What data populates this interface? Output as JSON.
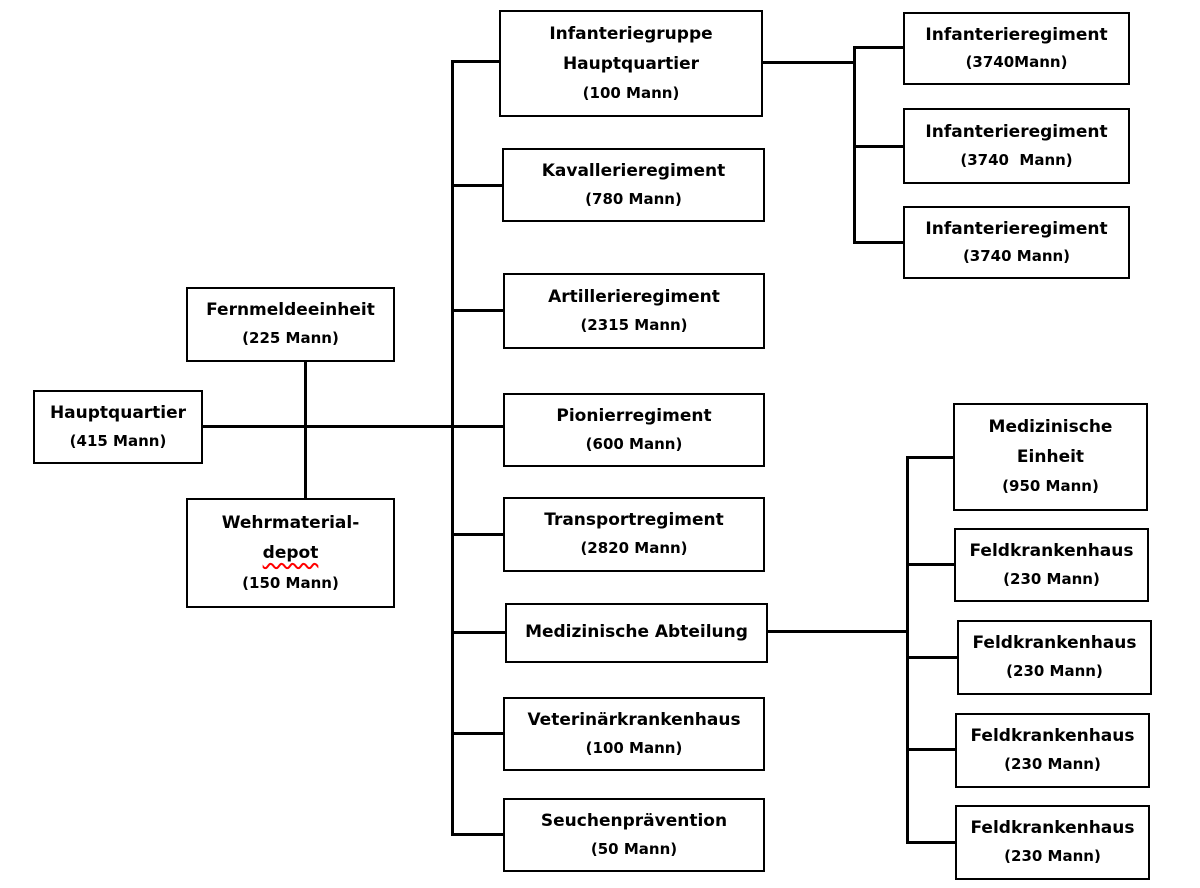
{
  "diagram": {
    "type": "org-chart",
    "language": "de",
    "colors": {
      "background": "#ffffff",
      "box_fill": "#ffffff",
      "box_border": "#000000",
      "line": "#000000",
      "text": "#000000",
      "spellcheck_underline": "#ff0000"
    },
    "misspelled_word": "depot"
  },
  "nodes": [
    {
      "id": "hauptquartier",
      "lines": [
        "Hauptquartier",
        "(415 Mann)"
      ]
    },
    {
      "id": "fernmeldeeinheit",
      "lines": [
        "Fernmeldeeinheit",
        "(225 Mann)"
      ]
    },
    {
      "id": "wehrmaterialdepot",
      "lines": [
        "Wehrmaterial-",
        "depot",
        "(150 Mann)"
      ]
    },
    {
      "id": "infanteriegruppe-hauptquartier",
      "lines": [
        "Infanteriegruppe",
        "Hauptquartier",
        "(100 Mann)"
      ]
    },
    {
      "id": "kavallerieregiment",
      "lines": [
        "Kavallerieregiment",
        "(780 Mann)"
      ]
    },
    {
      "id": "artillerieregiment",
      "lines": [
        "Artillerieregiment",
        "(2315 Mann)"
      ]
    },
    {
      "id": "pionierregiment",
      "lines": [
        "Pionierregiment",
        "(600 Mann)"
      ]
    },
    {
      "id": "transportregiment",
      "lines": [
        "Transportregiment",
        "(2820 Mann)"
      ]
    },
    {
      "id": "medizinische-abteilung",
      "lines": [
        "Medizinische Abteilung"
      ]
    },
    {
      "id": "veterinaerkrankenhaus",
      "lines": [
        "Veterinärkrankenhaus",
        "(100 Mann)"
      ]
    },
    {
      "id": "seuchenpraevention",
      "lines": [
        "Seuchenprävention",
        "(50 Mann)"
      ]
    },
    {
      "id": "infanterieregiment-1",
      "lines": [
        "Infanterieregiment",
        "(3740Mann)"
      ]
    },
    {
      "id": "infanterieregiment-2",
      "lines": [
        "Infanterieregiment",
        "(3740  Mann)"
      ]
    },
    {
      "id": "infanterieregiment-3",
      "lines": [
        "Infanterieregiment",
        "(3740 Mann)"
      ]
    },
    {
      "id": "medizinische-einheit",
      "lines": [
        "Medizinische",
        "Einheit",
        "(950 Mann)"
      ]
    },
    {
      "id": "feldkrankenhaus-1",
      "lines": [
        "Feldkrankenhaus",
        "(230 Mann)"
      ]
    },
    {
      "id": "feldkrankenhaus-2",
      "lines": [
        "Feldkrankenhaus",
        "(230 Mann)"
      ]
    },
    {
      "id": "feldkrankenhaus-3",
      "lines": [
        "Feldkrankenhaus",
        "(230 Mann)"
      ]
    },
    {
      "id": "feldkrankenhaus-4",
      "lines": [
        "Feldkrankenhaus",
        "(230 Mann)"
      ]
    }
  ]
}
